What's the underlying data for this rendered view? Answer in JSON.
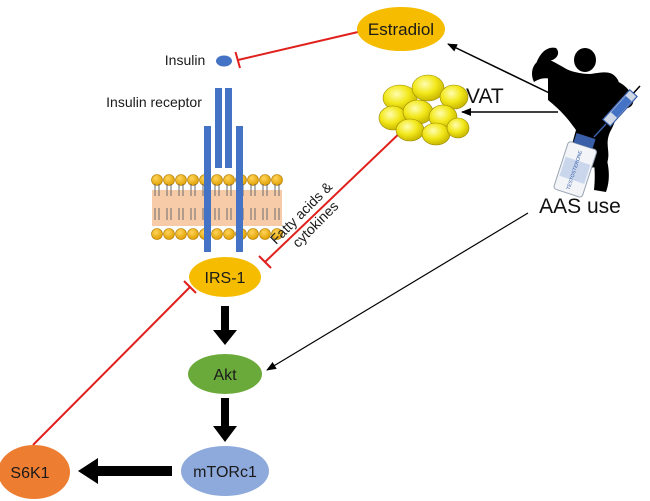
{
  "nodes": {
    "estradiol": "Estradiol",
    "insulin": "Insulin",
    "insulin_receptor": "Insulin receptor",
    "vat": "VAT",
    "aas_use": "AAS use",
    "irs1": "IRS-1",
    "akt": "Akt",
    "mtorc1": "mTORc1",
    "s6k1": "S6K1"
  },
  "edge_labels": {
    "fatty_acids_line1": "Fatty acids &",
    "fatty_acids_line2": "cytokines"
  },
  "vial_label": "TESTOSTERONE",
  "colors": {
    "yellow_node": "#f5bc00",
    "green_node": "#6aaa3a",
    "blue_node": "#8ea9db",
    "orange_node": "#ed7d31",
    "receptor": "#4472c4",
    "inhibition": "#e0201c",
    "arrow": "#000000",
    "fat": "#e8e010"
  }
}
